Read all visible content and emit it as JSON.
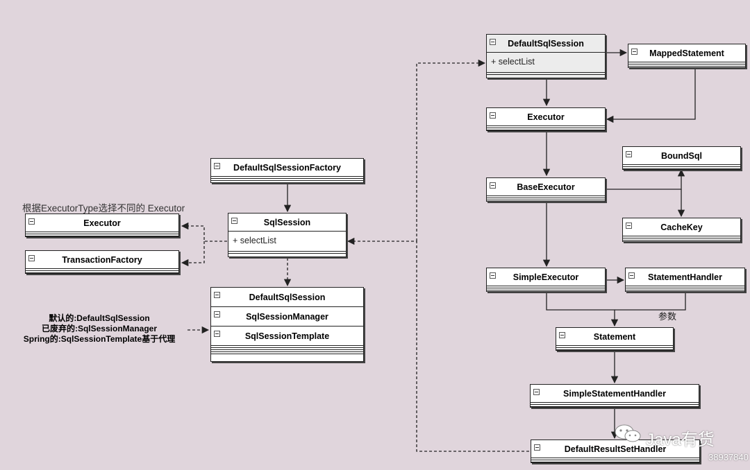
{
  "boxes": {
    "default_sql_session_factory": "DefaultSqlSessionFactory",
    "sql_session": "SqlSession",
    "sql_session_method": "+ selectList",
    "executor_left": "Executor",
    "transaction_factory": "TransactionFactory",
    "impl_default": "DefaultSqlSession",
    "impl_manager": "SqlSessionManager",
    "impl_template": "SqlSessionTemplate",
    "default_sql_session_top": "DefaultSqlSession",
    "default_sql_session_method": "+ selectList",
    "mapped_statement": "MappedStatement",
    "executor_right": "Executor",
    "bound_sql": "BoundSql",
    "base_executor": "BaseExecutor",
    "cache_key": "CacheKey",
    "simple_executor": "SimpleExecutor",
    "statement_handler": "StatementHandler",
    "statement": "Statement",
    "simple_statement_handler": "SimpleStatementHandler",
    "default_result_set_handler": "DefaultResultSetHandler"
  },
  "annotations": {
    "executor_type_note": "根据ExecutorType选择不同的 Executor",
    "impl_note_line1": "默认的:DefaultSqlSession",
    "impl_note_line2": "已废弃的:SqlSessionManager",
    "impl_note_line3": "Spring的:SqlSessionTemplate基于代理",
    "param_label": "参数"
  },
  "watermark": {
    "text": "Java有货",
    "url_fragment": "38937840"
  },
  "colors": {
    "background": "#e0d5dc",
    "box_fill": "#ffffff",
    "line": "#222222"
  }
}
